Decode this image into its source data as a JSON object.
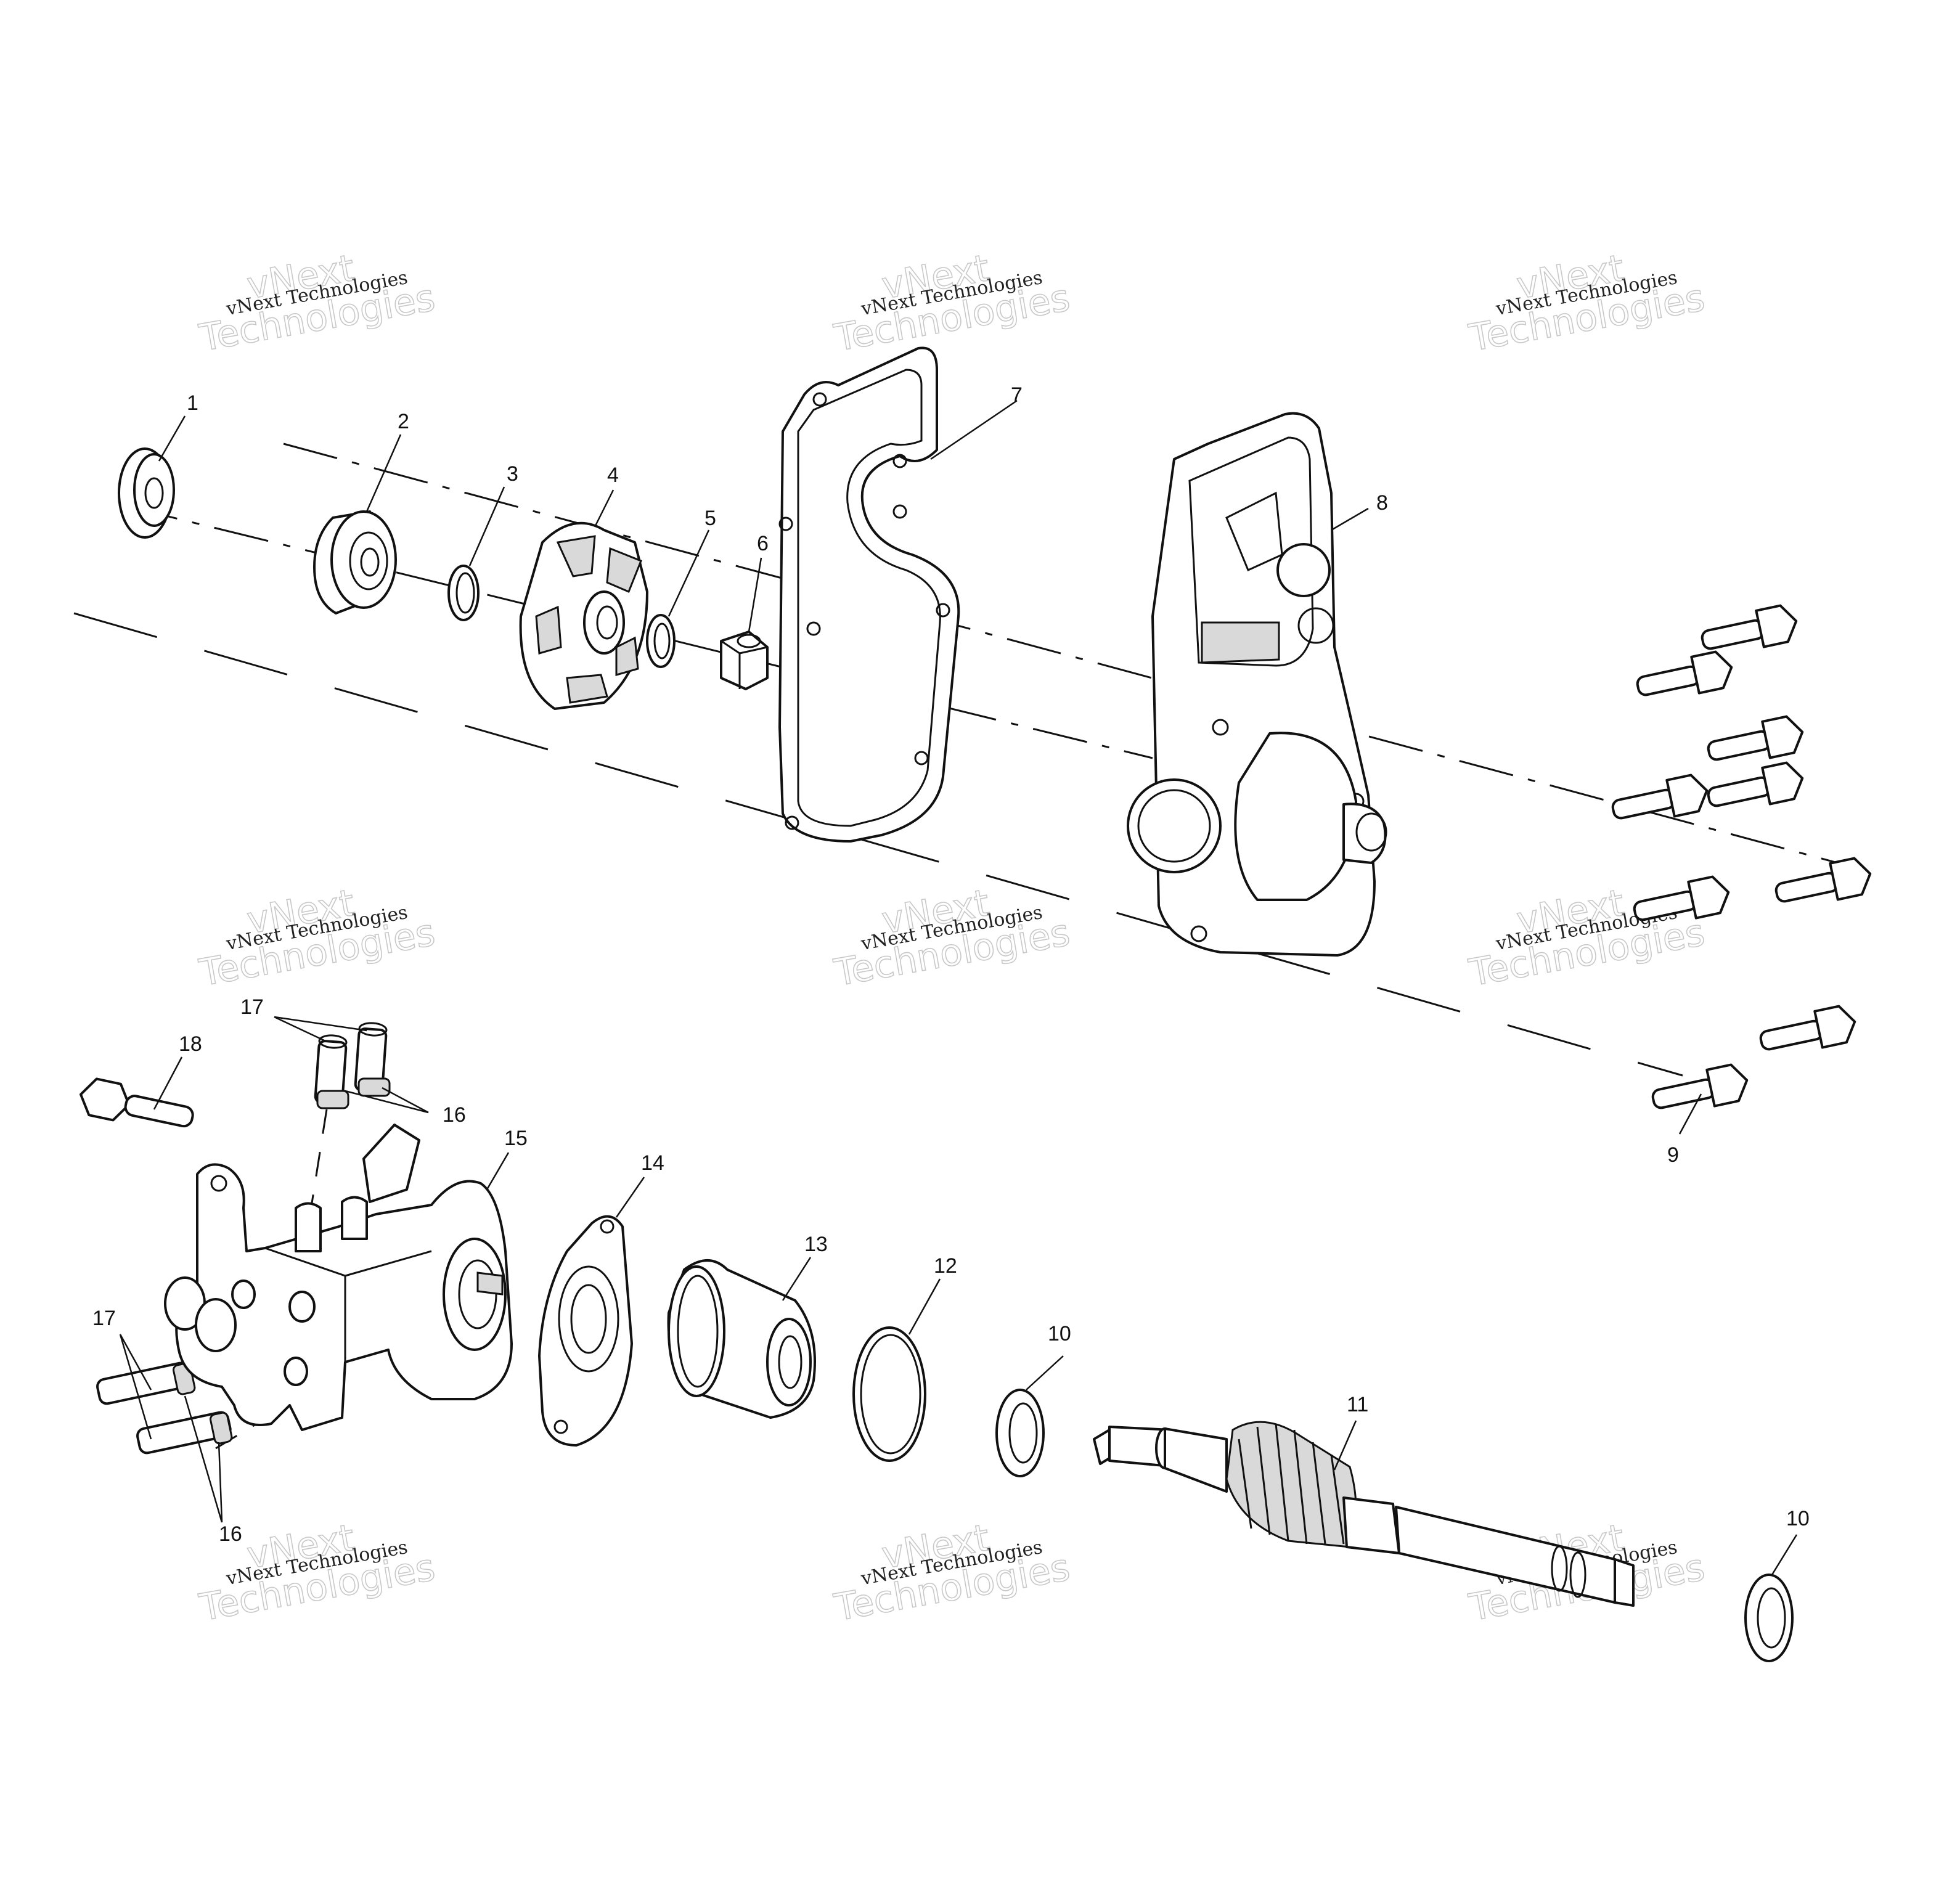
{
  "watermark": {
    "small_text": "vNext Technologies",
    "big_line1": "vNext",
    "big_line2": "Technologies"
  },
  "callouts": {
    "p1": "1",
    "p2": "2",
    "p3": "3",
    "p4": "4",
    "p5": "5",
    "p6": "6",
    "p7": "7",
    "p8": "8",
    "p9": "9",
    "p10a": "10",
    "p10b": "10",
    "p11": "11",
    "p12": "12",
    "p13": "13",
    "p14": "14",
    "p15": "15",
    "p16a": "16",
    "p16b": "16",
    "p17a": "17",
    "p17b": "17",
    "p18": "18"
  }
}
